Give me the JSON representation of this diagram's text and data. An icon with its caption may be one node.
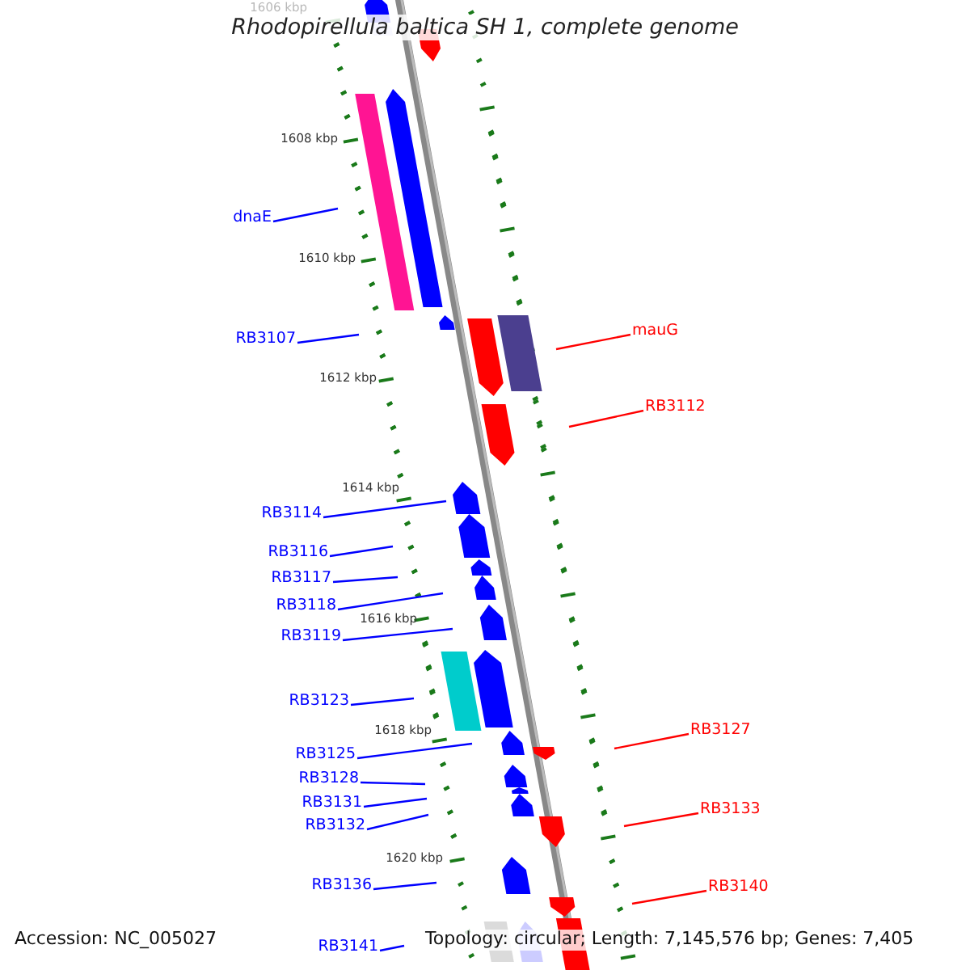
{
  "diagram": {
    "title": "Rhodopirellula baltica SH 1, complete genome",
    "nodes": [
      {
        "text": [
          "dnaE"
        ]
      },
      {
        "text": [
          "mauG"
        ]
      },
      {
        "text": [
          "RB3107"
        ]
      },
      {
        "text": [
          "RB3112"
        ]
      },
      {
        "text": [
          "RB3114"
        ]
      },
      {
        "text": [
          "RB3116"
        ]
      },
      {
        "text": [
          "RB3117"
        ]
      },
      {
        "text": [
          "RB3118"
        ]
      },
      {
        "text": [
          "RB3119"
        ]
      },
      {
        "text": [
          "RB3123"
        ]
      },
      {
        "text": [
          "RB3127"
        ]
      },
      {
        "text": [
          "RB3125"
        ]
      },
      {
        "text": [
          "RB3128"
        ]
      },
      {
        "text": [
          "RB3131"
        ]
      },
      {
        "text": [
          "RB3133"
        ]
      },
      {
        "text": [
          "RB3132"
        ]
      },
      {
        "text": [
          "RB3136"
        ]
      },
      {
        "text": [
          "RB3140"
        ]
      },
      {
        "text": [
          "RB3141"
        ]
      }
    ],
    "edges": [
      {
        "from": 0,
        "to": null,
        "arrow": "none"
      },
      {
        "from": 1,
        "to": null,
        "arrow": "none",
        "color": "#ff0000"
      },
      {
        "from": 2,
        "to": null,
        "arrow": "none"
      },
      {
        "from": 3,
        "to": null,
        "arrow": "none",
        "color": "#ff0000"
      },
      {
        "from": 4,
        "to": null,
        "arrow": "none"
      },
      {
        "from": 5,
        "to": null,
        "arrow": "none"
      },
      {
        "from": 6,
        "to": null,
        "arrow": "none"
      },
      {
        "from": 7,
        "to": null,
        "arrow": "none"
      },
      {
        "from": 8,
        "to": null,
        "arrow": "none"
      },
      {
        "from": 9,
        "to": null,
        "arrow": "none"
      },
      {
        "from": 10,
        "to": null,
        "arrow": "none",
        "color": "#ff0000"
      },
      {
        "from": 11,
        "to": null,
        "arrow": "none"
      },
      {
        "from": 12,
        "to": null,
        "arrow": "none"
      },
      {
        "from": 13,
        "to": null,
        "arrow": "none"
      },
      {
        "from": 14,
        "to": null,
        "arrow": "none",
        "color": "#ff0000"
      },
      {
        "from": 15,
        "to": null,
        "arrow": "none"
      },
      {
        "from": 16,
        "to": null,
        "arrow": "none"
      },
      {
        "from": 17,
        "to": null,
        "arrow": "none",
        "color": "#ff0000"
      },
      {
        "from": 18,
        "to": null,
        "arrow": "none"
      }
    ],
    "labels": [
      "1606 kbp",
      "1608 kbp",
      "1610 kbp",
      "1612 kbp",
      "1614 kbp",
      "1616 kbp",
      "1618 kbp",
      "1620 kbp",
      "Accession: NC_005027",
      "Topology: circular; Length: 7,145,576 bp; Genes: 7,405"
    ]
  }
}
